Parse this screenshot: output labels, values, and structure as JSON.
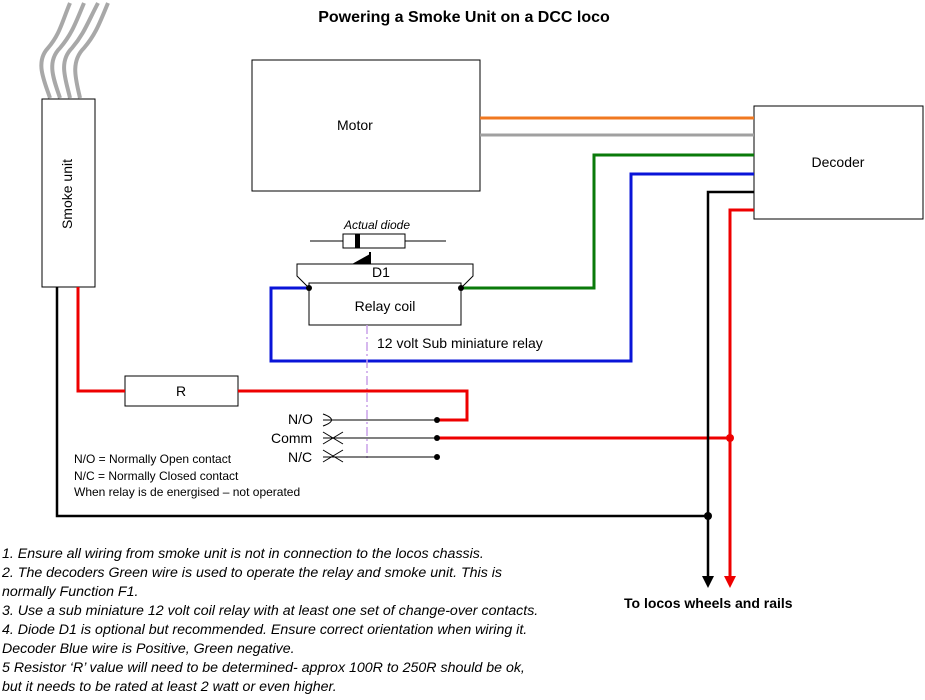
{
  "title": "Powering a Smoke Unit on a DCC loco",
  "components": {
    "motor": "Motor",
    "decoder": "Decoder",
    "smoke_unit": "Smoke unit",
    "diode_caption": "Actual diode",
    "diode_label": "D1",
    "relay_coil": "Relay coil",
    "relay_caption": "12 volt Sub miniature relay",
    "resistor": "R",
    "contact_no": "N/O",
    "contact_comm": "Comm",
    "contact_nc": "N/C"
  },
  "legend": {
    "line1": "N/O = Normally Open contact",
    "line2": "N/C = Normally Closed contact",
    "line3": "When relay is de energised – not operated"
  },
  "wheels_label": "To locos wheels and rails",
  "notes": [
    "1. Ensure all wiring from smoke unit is not in connection to the locos chassis.",
    "2. The decoders Green wire is used to operate the relay and smoke unit. This is",
    "normally Function F1.",
    "3. Use a sub miniature 12 volt coil relay with at least one set of change-over contacts.",
    "4. Diode D1 is optional but recommended. Ensure correct orientation when wiring it.",
    "Decoder Blue wire is Positive, Green negative.",
    "5 Resistor ‘R’ value will need to be determined- approx 100R to 250R should be ok,",
    "but it needs to be rated at least 2 watt or even higher."
  ],
  "colors": {
    "orange_wire": "#f07820",
    "grey_wire": "#a0a0a0",
    "green_wire": "#0a7a0a",
    "blue_wire": "#0a14d8",
    "black_wire": "#000000",
    "red_wire": "#ee0000",
    "relay_link": "#c8a0e8"
  }
}
